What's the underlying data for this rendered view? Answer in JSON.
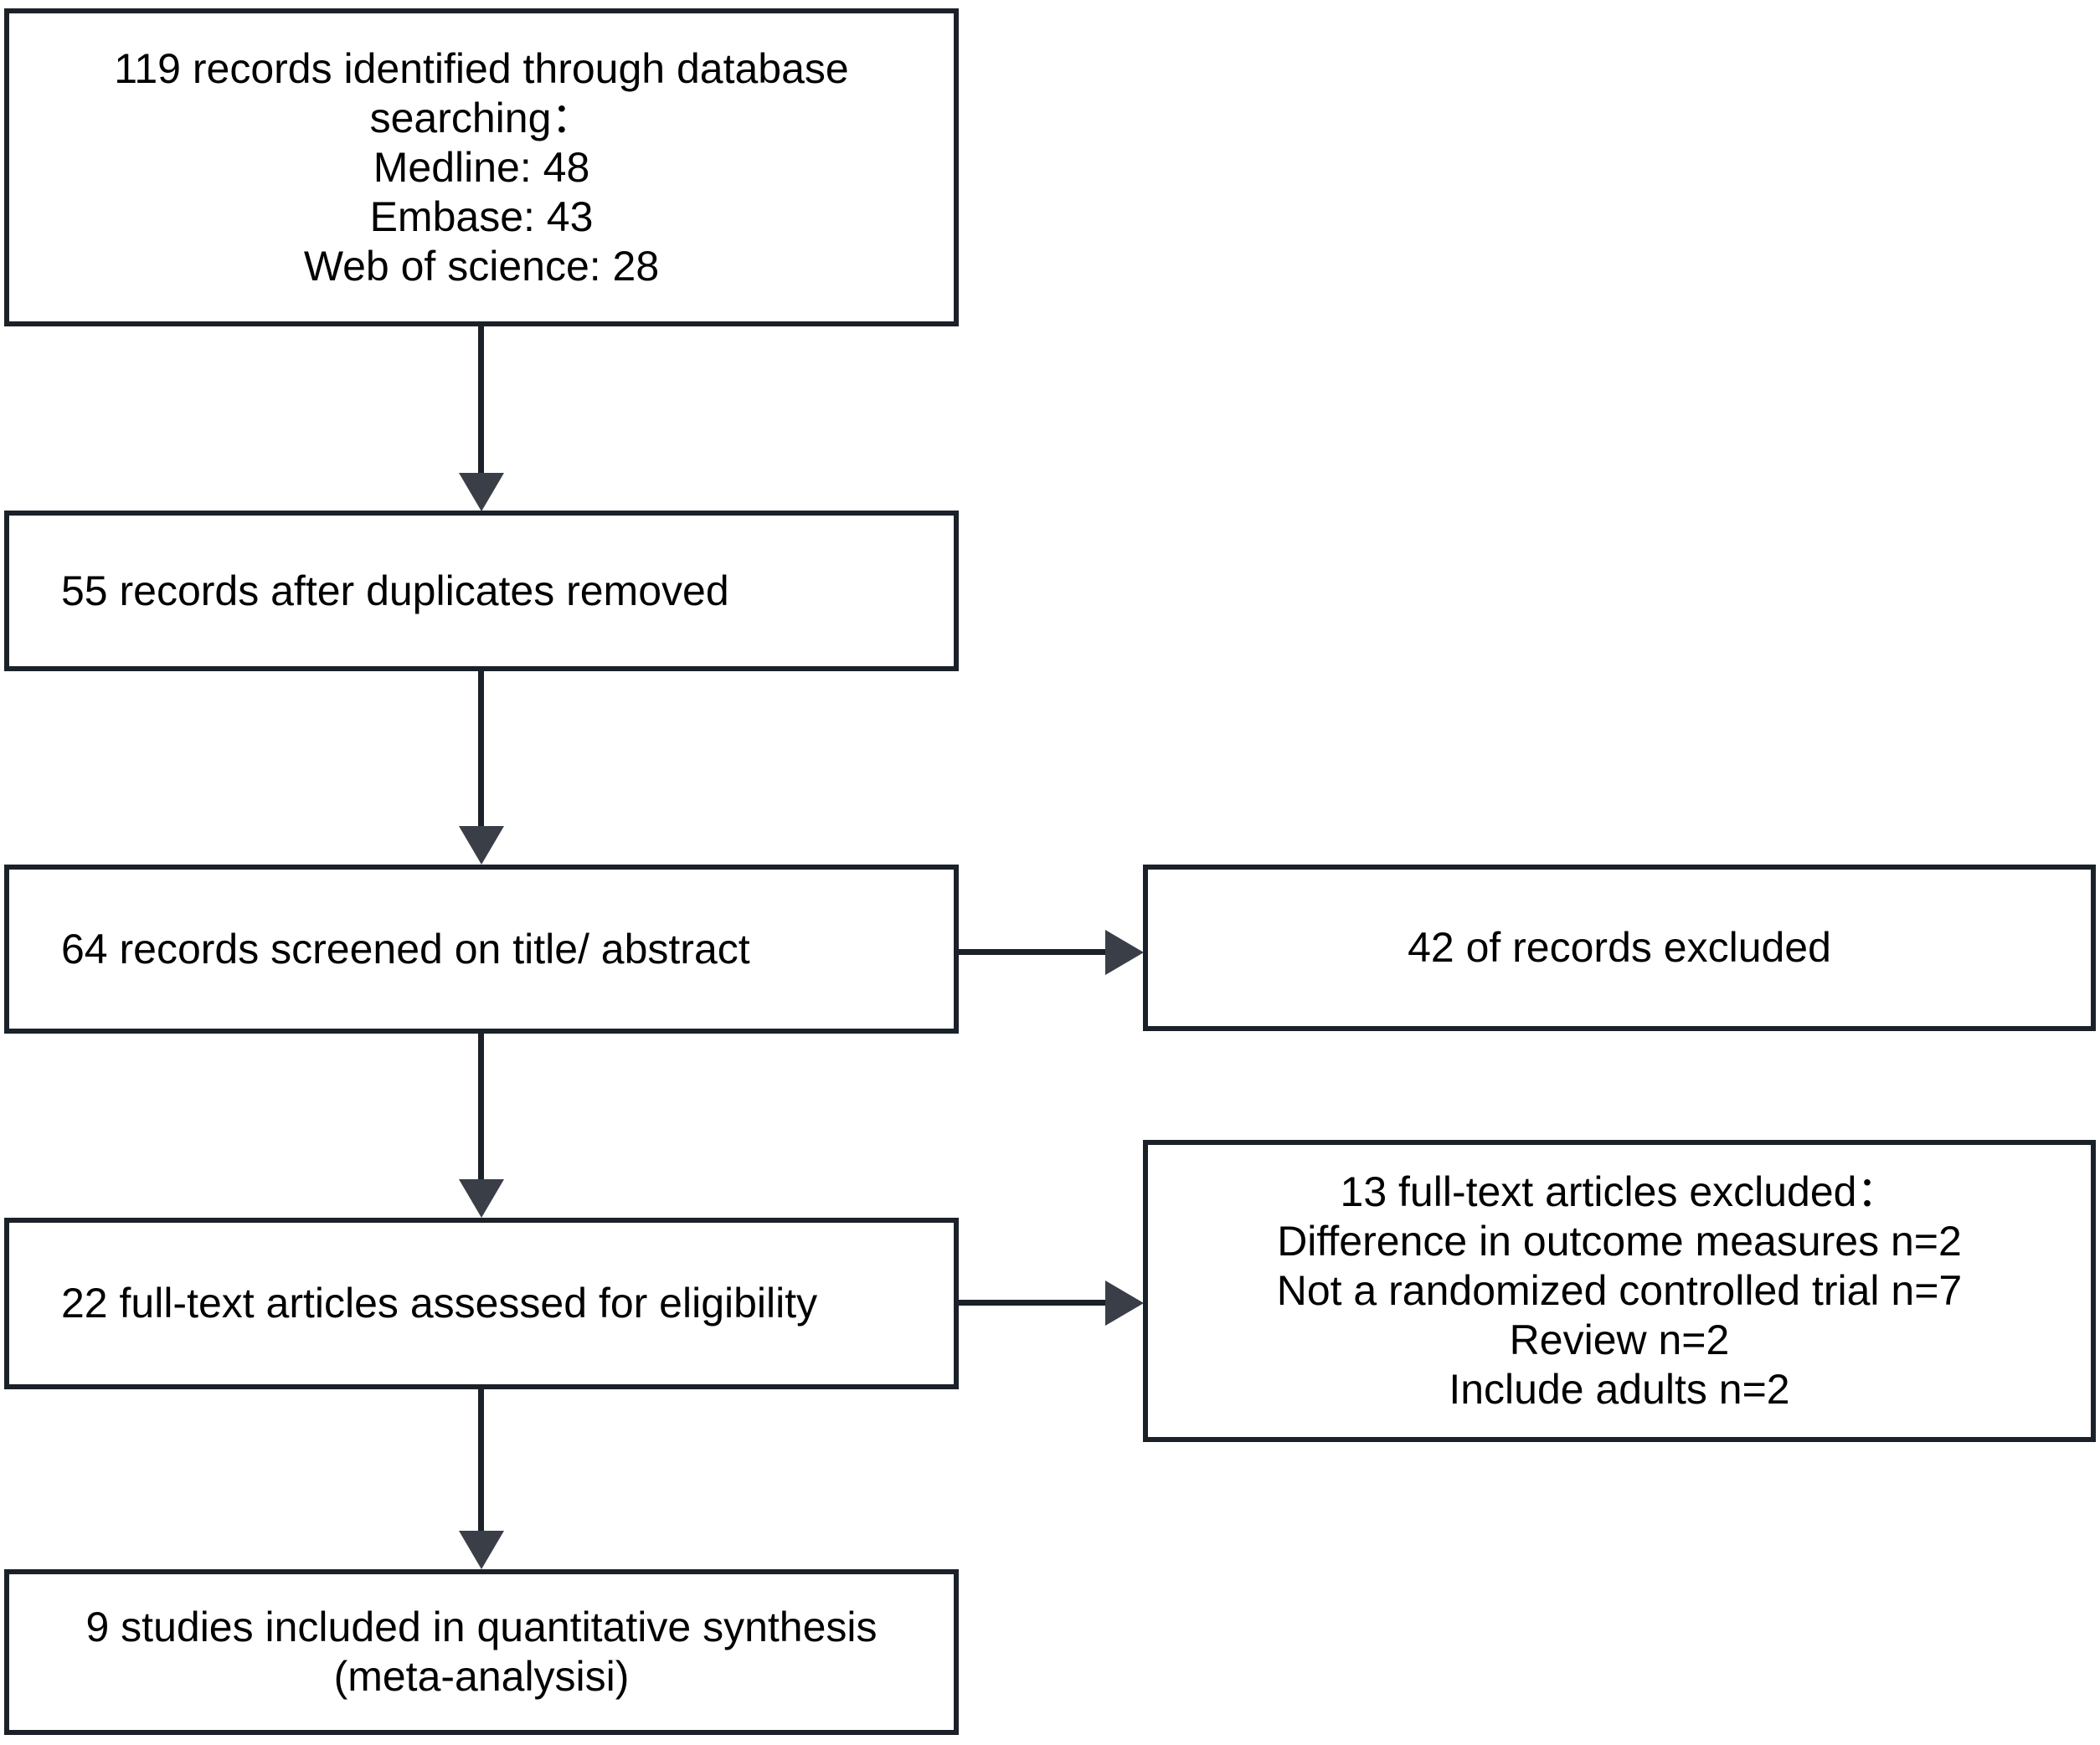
{
  "diagram": {
    "type": "prisma-flow-diagram",
    "title": "",
    "colors": {
      "box_border": "#1b2129",
      "box_fill": "#ffffff",
      "connector": "#1b2129",
      "arrow_head": "#3a3f47",
      "text": "#000000"
    },
    "nodes": [
      {
        "id": "identified",
        "align": "center",
        "text": "119 records identified through database\nsearching：\nMedline: 48\nEmbase: 43\nWeb of science: 28"
      },
      {
        "id": "duplicates",
        "align": "left",
        "text": "55 records after duplicates removed"
      },
      {
        "id": "screened",
        "align": "left",
        "text": "64 records screened on title/ abstract"
      },
      {
        "id": "fulltext",
        "align": "left",
        "text": "22 full-text articles assessed for eligibility"
      },
      {
        "id": "included",
        "align": "center",
        "text": "9 studies included in quantitative synthesis\n(meta-analysisi)"
      },
      {
        "id": "excluded-title-abstract",
        "align": "center",
        "text": "42 of records excluded"
      },
      {
        "id": "excluded-fulltext",
        "align": "center",
        "text": "13 full-text articles excluded：\nDifference in outcome measures n=2\nNot a randomized controlled trial n=7\nReview n=2\nInclude adults n=2"
      }
    ],
    "connectors": [
      {
        "id": "identified-to-duplicates",
        "direction": "down"
      },
      {
        "id": "duplicates-to-screened",
        "direction": "down"
      },
      {
        "id": "screened-to-fulltext",
        "direction": "down"
      },
      {
        "id": "fulltext-to-included",
        "direction": "down"
      },
      {
        "id": "screened-to-excluded-ta",
        "direction": "right"
      },
      {
        "id": "fulltext-to-excluded-ft",
        "direction": "right"
      }
    ]
  }
}
